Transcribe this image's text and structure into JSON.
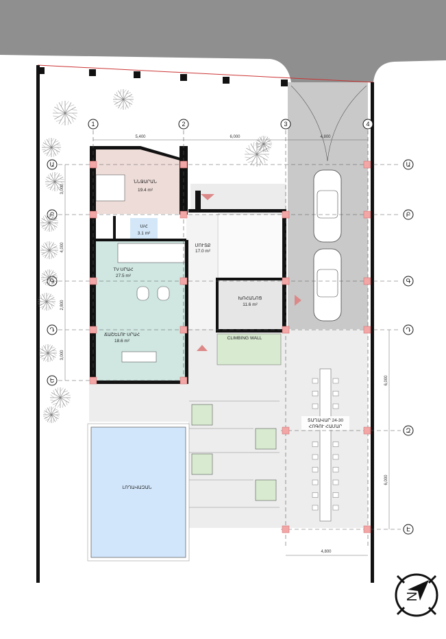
{
  "plan": {
    "rooms": {
      "bedroom": {
        "name": "ՆՆՋԱՐԱՆ",
        "area": "19.4 m²"
      },
      "bathroom": {
        "name": "Ս/Հ",
        "area": "3.1 m²"
      },
      "hall": {
        "name": "ՄՈՒՏՔ",
        "area": "17.0 m²"
      },
      "tv_room": {
        "name": "TV ՍՐԱՀ",
        "area": "27.5 m²"
      },
      "dining": {
        "name": "ՃԱՇԵԼՈՒ ՍՐԱՀ",
        "area": "18.6 m²"
      },
      "kitchen": {
        "name": "ԽՈՀԱՆՈՑ",
        "area": "11.6 m²"
      },
      "climbing_wall": {
        "name": "CLIMBING WALL"
      },
      "pavilion": {
        "line1": "ՏԱՂԱՎԱՐ 24-30",
        "line2": "ՀՈԳՈՒ ՀԱՄԱՐ"
      },
      "pool": {
        "name": "ԼՈՂԱՎԱԶԱՆ"
      }
    },
    "axes_top": [
      "1",
      "2",
      "3",
      "4"
    ],
    "axes_left": [
      "Ա",
      "Բ",
      "Գ",
      "Դ",
      "Ե"
    ],
    "axes_right": [
      "Ա",
      "Բ",
      "Գ",
      "Դ",
      "Զ",
      "Է"
    ],
    "dimensions": {
      "top": [
        "5,400",
        "6,000",
        "4,800"
      ],
      "left": [
        "3,000",
        "4,000",
        "2,800",
        "3,000"
      ],
      "right": [
        "6,000",
        "6,000"
      ],
      "bottom": "4,800"
    },
    "compass_letter": "N",
    "colors": {
      "road": "#8f8f8f",
      "parking": "#c9c9c9",
      "bedroom": "#eedcd8",
      "bathroom": "#d3e7f8",
      "living": "#cfe6e1",
      "climbing": "#d8ead0",
      "pool": "#d2e6fb",
      "column": "#f2a6a6"
    }
  }
}
